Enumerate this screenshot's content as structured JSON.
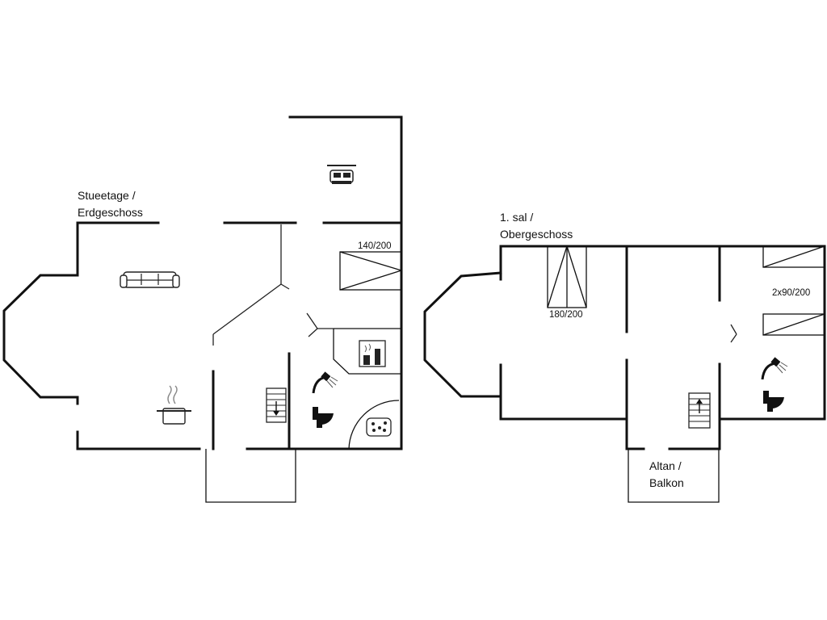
{
  "floors": {
    "ground": {
      "label_line1": "Stueetage /",
      "label_line2": "Erdgeschoss",
      "bed_size": "140/200"
    },
    "first": {
      "label_line1": "1. sal /",
      "label_line2": "Obergeschoss",
      "bed_size_double": "180/200",
      "bed_size_twin": "2x90/200",
      "balcony_line1": "Altan /",
      "balcony_line2": "Balkon"
    }
  },
  "icons": [
    "bed-icon",
    "sofa-icon",
    "kitchen-pot-icon",
    "stairs-down-icon",
    "shower-icon",
    "toilet-icon",
    "whirlpool-icon",
    "sauna-icon",
    "stairs-up-icon"
  ]
}
